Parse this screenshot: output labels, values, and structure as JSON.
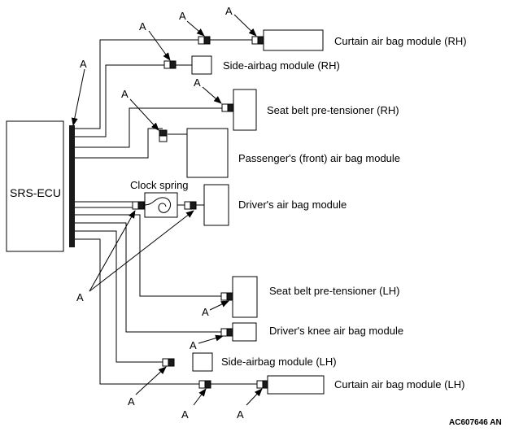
{
  "ecu": {
    "label": "SRS-ECU"
  },
  "clock_spring": {
    "label": "Clock spring"
  },
  "connector_callout": "A",
  "modules": {
    "curtain_rh": "Curtain air bag module (RH)",
    "side_rh": "Side-airbag module (RH)",
    "seatbelt_rh": "Seat belt pre-tensioner (RH)",
    "passenger": "Passenger's (front) air bag module",
    "driver": "Driver's air bag module",
    "seatbelt_lh": "Seat belt pre-tensioner (LH)",
    "knee": "Driver's knee air bag module",
    "side_lh": "Side-airbag module (LH)",
    "curtain_lh": "Curtain air bag module (LH)"
  },
  "figure_code": "AC607646 AN",
  "colors": {
    "line": "#000000",
    "connector": "#1a1a1a",
    "background": "#ffffff"
  }
}
